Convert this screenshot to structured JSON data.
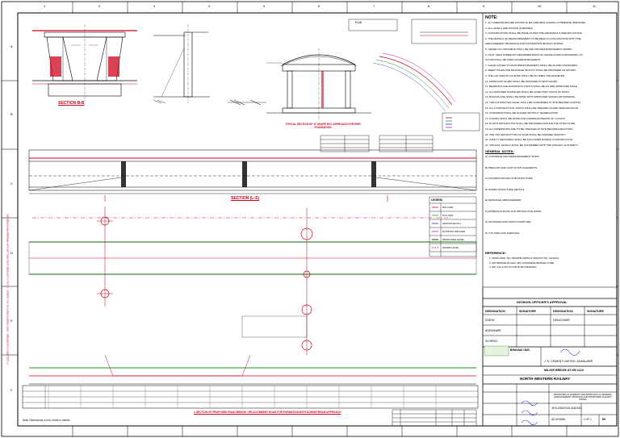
{
  "grid": {
    "columns": [
      "1",
      "2",
      "3",
      "4",
      "5",
      "6",
      "7",
      "8",
      "9",
      "10",
      "11"
    ],
    "rows": [
      "A",
      "B",
      "C",
      "D",
      "E",
      "F"
    ]
  },
  "left_margin_text": "F:\\2022\\INPUTS\\Drawings - Hari Prasad Kumar\\741 J.K.CEMENT LTD\\LC-CD\\Panda 220\\Civil\\5-2\\15 GA Pathway\\PMN\\Piling\\RBF",
  "top_right_label": "PLAN",
  "drawings": {
    "section_bb": "SECTION B-B",
    "typical_section": "TYPICAL SECTION OF 'A' SHAPE RCC APPROACH FOR PIER FOUNDATION",
    "section_main": "SECTION (L-S)",
    "plan_section": "L-SECTION OF PROPOSED ROAD BRIDGE / RE-ALIGNMENT ROAD FOR FORMATION WITH DOWNSTREAM APPROACH"
  },
  "notes": {
    "title": "NOTE:",
    "items": [
      "1. ALL DIMENSIONS ARE SHOWN IN MILLIMETRES UNLESS OTHERWISE SPECIFIED.",
      "2. ALL LEVELS ARE SHOWN IN METRES.",
      "3. CONSTRUCTION SHALL BE DONE AS PER THE DRAWINGS & SPECIFICATIONS.",
      "4. THE DETAILS OF REINFORCEMENT TO BE READ IN CONJUNCTION WITH THE",
      "   ARRANGEMENT DRAWINGS AND FOUNDATION DETAILS SHOWN.",
      "5. GRADE OF CONCRETE SHALL BE M30 AND REINFORCEMENT FE500D.",
      "6. HIGH YIELD STRENGTH DEFORMED BARS OF GRADE Fe500 CONFORMING TO",
      "   IS:1786 SHALL BE USED AS REINFORCEMENT.",
      "7. CLEAR COVER TO MAIN REINFORCEMENT SHALL BE AS PER STANDARDS.",
      "8. WEEP HOLES AND DRAINAGE SPOUTS SHALL BE PROVIDED AS SHOWN.",
      "9. THE LAP LENGTH OF BARS SHALL BE 50 TIMES THE DIAMETER.",
      "10. APPROACH SLABS SHALL BE PROVIDED AT BOTH ENDS.",
      "11. BEARINGS AND EXPANSION JOINTS SHALL BE AS PER APPROVED MAKE.",
      "12. ALL EXPOSED SURFACES SHALL BE GIVEN TWO COATS OF PAINT.",
      "13. BACKFILLING SHALL BE DONE WITH APPROVED GRANULAR MATERIAL.",
      "14. THE FOUNDATION LEVEL SHALL BE CONFIRMED AT SITE BEFORE CASTING.",
      "15. ALL CONSTRUCTION JOINTS SHALL BE TREATED AS PER SPECIFICATION.",
      "16. CONCRETE SHALL BE PLACED WITHOUT SEGREGATION.",
      "17. CURING SHALL BE DONE FOR A MINIMUM PERIOD OF 14 DAYS.",
      "18. PLINTH PROTECTION SHALL BE PROVIDED AROUND THE STRUCTURE.",
      "19. ALL DIMENSIONS ARE TO BE CHECKED AT SITE BEFORE EXECUTION.",
      "20. THE TOP AND BOTTOM OF SLAB SHALL BE FINISHED SMOOTH.",
      "21. SAFETY MEASURES SHALL BE FOLLOWED DURING CONSTRUCTION.",
      "22. THE RAIL LEVELS SHALL BE CONFIRMED WITH THE RAILWAY AUTHORITY."
    ]
  },
  "general_notes": {
    "title": "GENERAL NOTES:",
    "items": [
      "A) CONCRETE AND REINFORCEMENT WORK.",
      "B) PRECAST AND CAST IN SITU ELEMENTS.",
      "C) FOUNDATION AND SUB STRUCTURE.",
      "D) SUPER STRUCTURE DETAILS.",
      "E) DRAINAGE ARRANGEMENT.",
      "F) APPROACH ROAD AND PROTECTION WORK.",
      "G) SIGNAGES AND ROAD FURNITURE.",
      "H) UTILITIES AND SERVICES."
    ]
  },
  "references": {
    "title": "REFERENCE:",
    "items": [
      "1. RDSO DRG. NO. RDSO/B-1655/2 & SKETCH NO. 22-02/10",
      "2. IRS BRIDGE RULES, IRS CONCRETE BRIDGE CODE",
      "3. IRC-112 & IRC-6 FOR ROAD BRIDGES"
    ]
  },
  "approval": {
    "header": "DIVISION OFFICER'S APPROVAL",
    "columns": [
      "DESIGNATION",
      "SIGNATURE",
      "DESIGNATION",
      "SIGNATURE"
    ],
    "rows": [
      [
        "SSE/W",
        "",
        "DEN/C/NWR",
        ""
      ],
      [
        "ADEN/NWR",
        "",
        "",
        ""
      ],
      [
        "Sr.DEN/C",
        "",
        "",
        ""
      ]
    ]
  },
  "company": {
    "name": "J. K. CEMENT LIMITED, JAISALMER",
    "railway": "NORTH WESTERN RAILWAY",
    "consultant": "BHAVANI / M/S.",
    "project": "MAJOR BRIDGE AT KM 1124"
  },
  "title_block": {
    "drawing_title": "PROPOSED ALIGNMENT AND APPROACH & GENERAL ARRANGEMENT DRAWING FOR PROPOSED RAILWAY SIDING",
    "scale": "AS SHOWN",
    "sheet": "1 OF 1",
    "rev": "R0",
    "drawing_no": "JKCL/JSM/CIVIL/GAD/001"
  },
  "legend": {
    "title": "LEGEND",
    "items": [
      "RCC M30",
      "PCC M15",
      "GRANULAR FILL",
      "EXISTING GROUND",
      "PROPOSED LEVEL",
      "WATER LEVEL"
    ]
  },
  "bottom_left": "Note: Dimensions in mm, levels in metres"
}
